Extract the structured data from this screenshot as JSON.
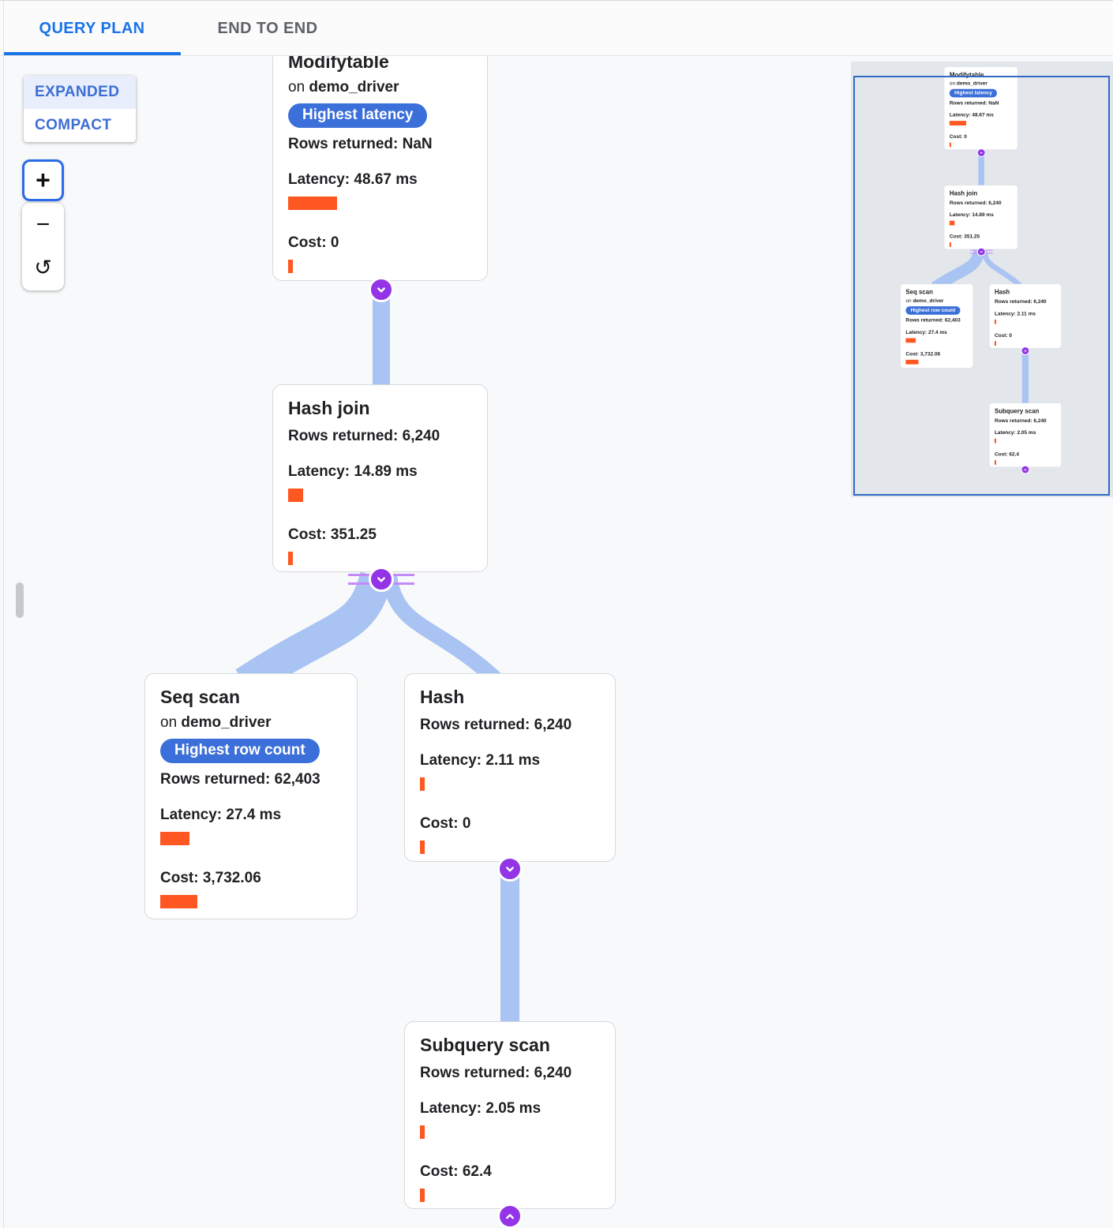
{
  "tab_bar": {
    "tabs": [
      {
        "label": "QUERY PLAN"
      },
      {
        "label": "END TO END"
      }
    ],
    "active_tab": "QUERY PLAN"
  },
  "layout_toggle": {
    "options": [
      {
        "label": "EXPANDED"
      },
      {
        "label": "COMPACT"
      }
    ],
    "selected": "EXPANDED"
  },
  "zoom_controls": {
    "zoom_in": "+",
    "zoom_out": "−",
    "reset": "↺"
  },
  "plan": {
    "nodes": [
      {
        "title": "Modifytable",
        "on": "on",
        "table": "demo_driver",
        "badge": "Highest latency",
        "rows": "Rows returned: NaN",
        "latency": "Latency: 48.67 ms",
        "cost": "Cost: 0"
      },
      {
        "title": "Hash join",
        "rows": "Rows returned: 6,240",
        "latency": "Latency: 14.89 ms",
        "cost": "Cost: 351.25"
      },
      {
        "title": "Seq scan",
        "on": "on",
        "table": "demo_driver",
        "badge": "Highest row count",
        "rows": "Rows returned: 62,403",
        "latency": "Latency: 27.4 ms",
        "cost": "Cost: 3,732.06"
      },
      {
        "title": "Hash",
        "rows": "Rows returned: 6,240",
        "latency": "Latency: 2.11 ms",
        "cost": "Cost: 0"
      },
      {
        "title": "Subquery scan",
        "rows": "Rows returned: 6,240",
        "latency": "Latency: 2.05 ms",
        "cost": "Cost: 62.4"
      }
    ]
  },
  "colors": {
    "accent_blue": "#1a73e8",
    "badge_blue": "#3b6fd9",
    "metric_bar_orange": "#ff5722",
    "edge_ribbon_blue": "#a9c3f3",
    "connector_purple": "#9334e6",
    "connector_stripe_purple": "#c58af9",
    "minimap_background": "#e3e6ea"
  }
}
